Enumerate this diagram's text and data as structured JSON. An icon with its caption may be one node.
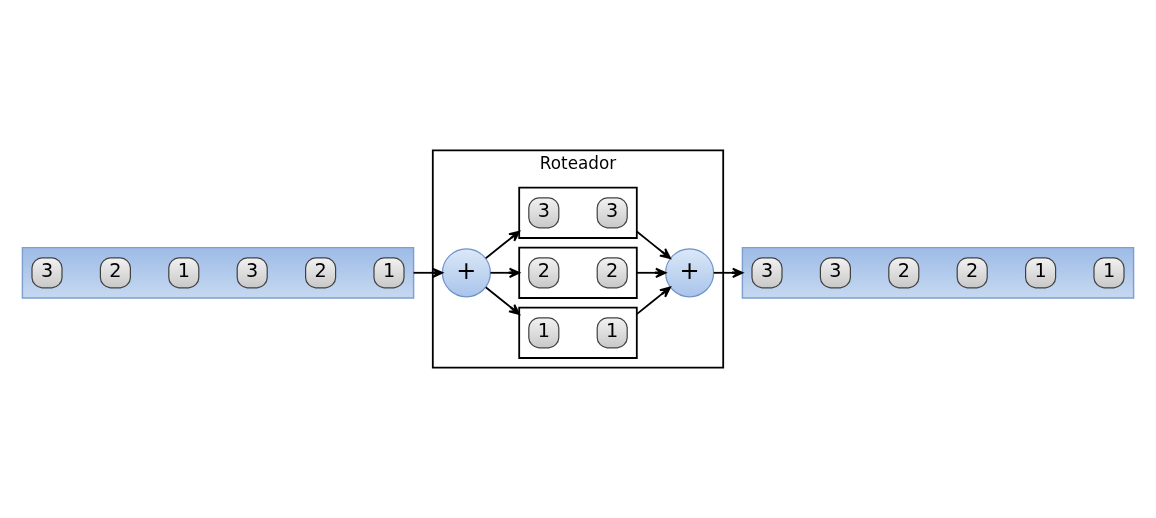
{
  "diagram": {
    "nodes": [
      {
        "text": [],
        "shape": "arrow"
      },
      {
        "text": [
          "3"
        ],
        "in": 0
      },
      {
        "text": [
          "2"
        ],
        "in": 0
      },
      {
        "text": [
          "1"
        ],
        "in": 0
      },
      {
        "text": [
          "3"
        ],
        "in": 0
      },
      {
        "text": [
          "2"
        ],
        "in": 0
      },
      {
        "text": [
          "1"
        ],
        "in": 0
      },
      {
        "text": [
          "Roteador"
        ]
      },
      {
        "text": [
          "+"
        ],
        "in": 7
      },
      {
        "text": [],
        "shape": "box",
        "in": 7
      },
      {
        "text": [
          "1"
        ],
        "in": 9
      },
      {
        "text": [
          "1"
        ],
        "in": 9
      },
      {
        "text": [],
        "shape": "box",
        "in": 7
      },
      {
        "text": [
          "2"
        ],
        "in": 12
      },
      {
        "text": [
          "2"
        ],
        "in": 12
      },
      {
        "text": [],
        "shape": "box",
        "in": 7
      },
      {
        "text": [
          "3"
        ],
        "in": 15
      },
      {
        "text": [
          "3"
        ],
        "in": 15
      },
      {
        "text": [
          "+"
        ],
        "in": 7
      },
      {
        "text": [],
        "shape": "arrow"
      },
      {
        "text": [
          "3"
        ],
        "in": 19
      },
      {
        "text": [
          "3"
        ],
        "in": 19
      },
      {
        "text": [
          "2"
        ],
        "in": 19
      },
      {
        "text": [
          "2"
        ],
        "in": 19
      },
      {
        "text": [
          "1"
        ],
        "in": 19
      },
      {
        "text": [
          "1"
        ],
        "in": 19
      }
    ],
    "edges": [
      {
        "from": 0,
        "to": 8,
        "arrow": "to"
      },
      {
        "from": 8,
        "to": 9,
        "arrow": "to"
      },
      {
        "from": 8,
        "to": 12,
        "arrow": "to"
      },
      {
        "from": 8,
        "to": 15,
        "arrow": "to"
      },
      {
        "from": 9,
        "to": 18,
        "arrow": "to"
      },
      {
        "from": 12,
        "to": 18,
        "arrow": "to"
      },
      {
        "from": 15,
        "to": 18,
        "arrow": "to"
      },
      {
        "from": 18,
        "to": 19,
        "arrow": "to"
      }
    ]
  }
}
